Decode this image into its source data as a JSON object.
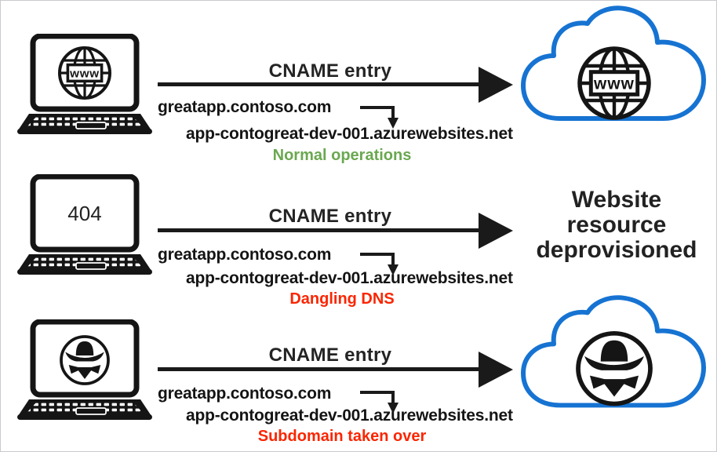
{
  "colors": {
    "cloud_outline_blue": "#1673d2",
    "status_green": "#6aa850",
    "status_red": "#fb2500",
    "ink_black": "#151515"
  },
  "globe_text": "www",
  "rows": [
    {
      "source_icon": "www-globe",
      "arrow_label": "CNAME entry",
      "subdomain": "greatapp.contoso.com",
      "target_domain": "app-contogreat-dev-001.azurewebsites.net",
      "status_label": "Normal operations",
      "status_color": "#6aa850",
      "destination_icon": "cloud-www-globe"
    },
    {
      "screen_text": "404",
      "arrow_label": "CNAME entry",
      "subdomain": "greatapp.contoso.com",
      "target_domain": "app-contogreat-dev-001.azurewebsites.net",
      "status_label": "Dangling DNS",
      "status_color": "#fb2500",
      "destination_text": "Website resource deprovisioned"
    },
    {
      "source_icon": "hacker-spy",
      "arrow_label": "CNAME entry",
      "subdomain": "greatapp.contoso.com",
      "target_domain": "app-contogreat-dev-001.azurewebsites.net",
      "status_label": "Subdomain taken over",
      "status_color": "#fb2500",
      "destination_icon": "cloud-hacker-spy"
    }
  ]
}
